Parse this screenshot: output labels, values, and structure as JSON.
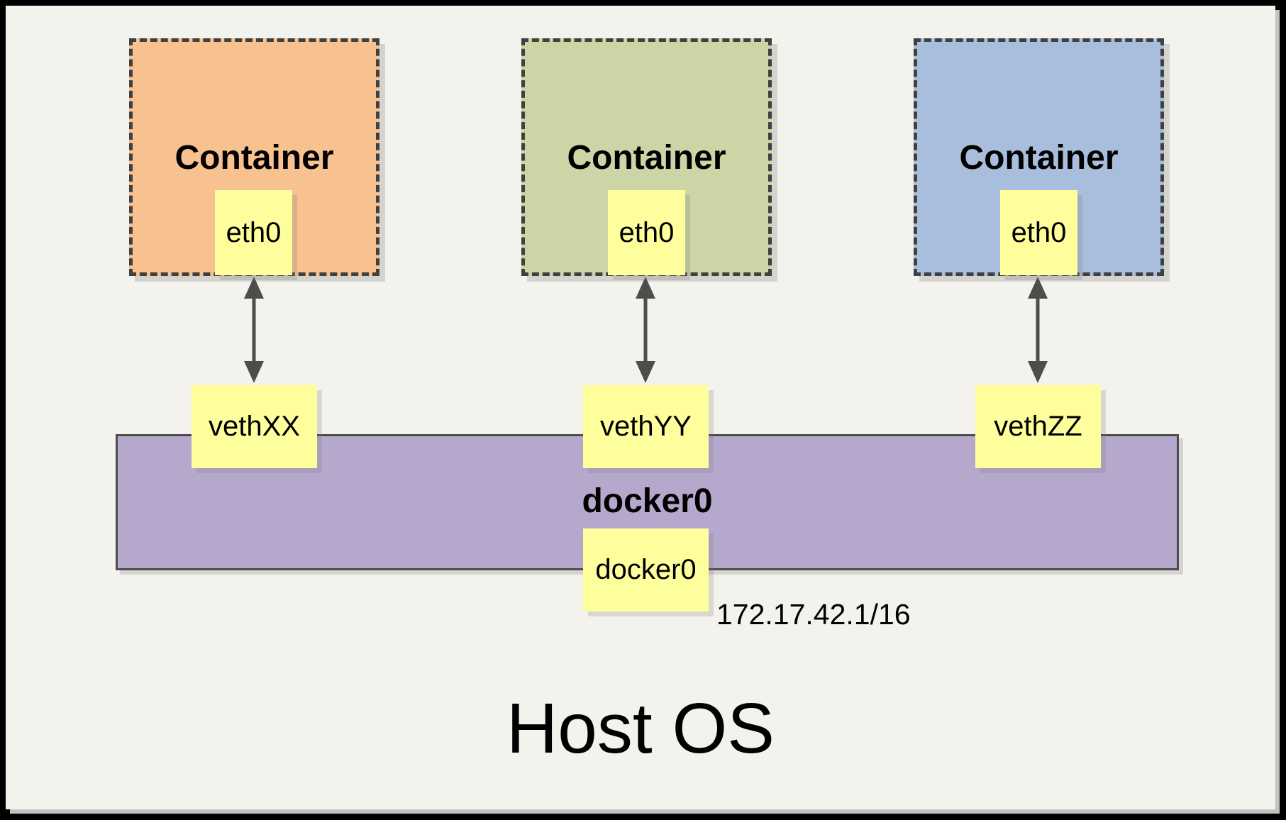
{
  "diagram": {
    "containers": [
      {
        "label": "Container",
        "eth_label": "eth0",
        "veth_label": "vethXX",
        "fill": "#f7c28f"
      },
      {
        "label": "Container",
        "eth_label": "eth0",
        "veth_label": "vethYY",
        "fill": "#cbd5a5"
      },
      {
        "label": "Container",
        "eth_label": "eth0",
        "veth_label": "vethZZ",
        "fill": "#a8bedc"
      }
    ],
    "bridge": {
      "title": "docker0",
      "box_label": "docker0",
      "ip": "172.17.42.1/16",
      "fill": "#b6a8cd"
    },
    "host": {
      "label": "Host OS"
    },
    "colors": {
      "note_yellow": "#feff9c",
      "background": "#f4f2ec",
      "dashed_border": "#404040",
      "arrow": "#4d4d4d",
      "frame": "#000000"
    }
  }
}
